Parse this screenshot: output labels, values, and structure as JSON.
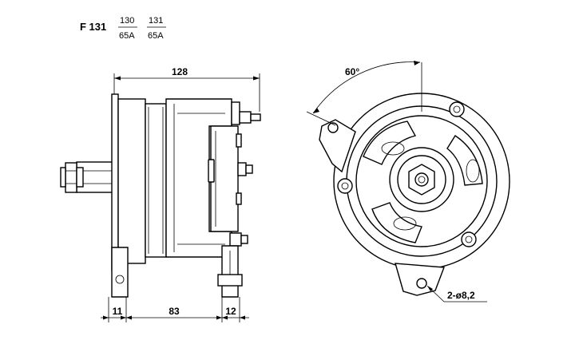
{
  "header": {
    "model": "F 131",
    "variants": [
      {
        "top": "130",
        "bottom": "65A"
      },
      {
        "top": "131",
        "bottom": "65A"
      }
    ]
  },
  "dimensions": {
    "overall_length": "128",
    "left_flange": "11",
    "mount_spacing": "83",
    "foot_width": "12",
    "angle": "60°",
    "holes": "2-ø8,2"
  }
}
